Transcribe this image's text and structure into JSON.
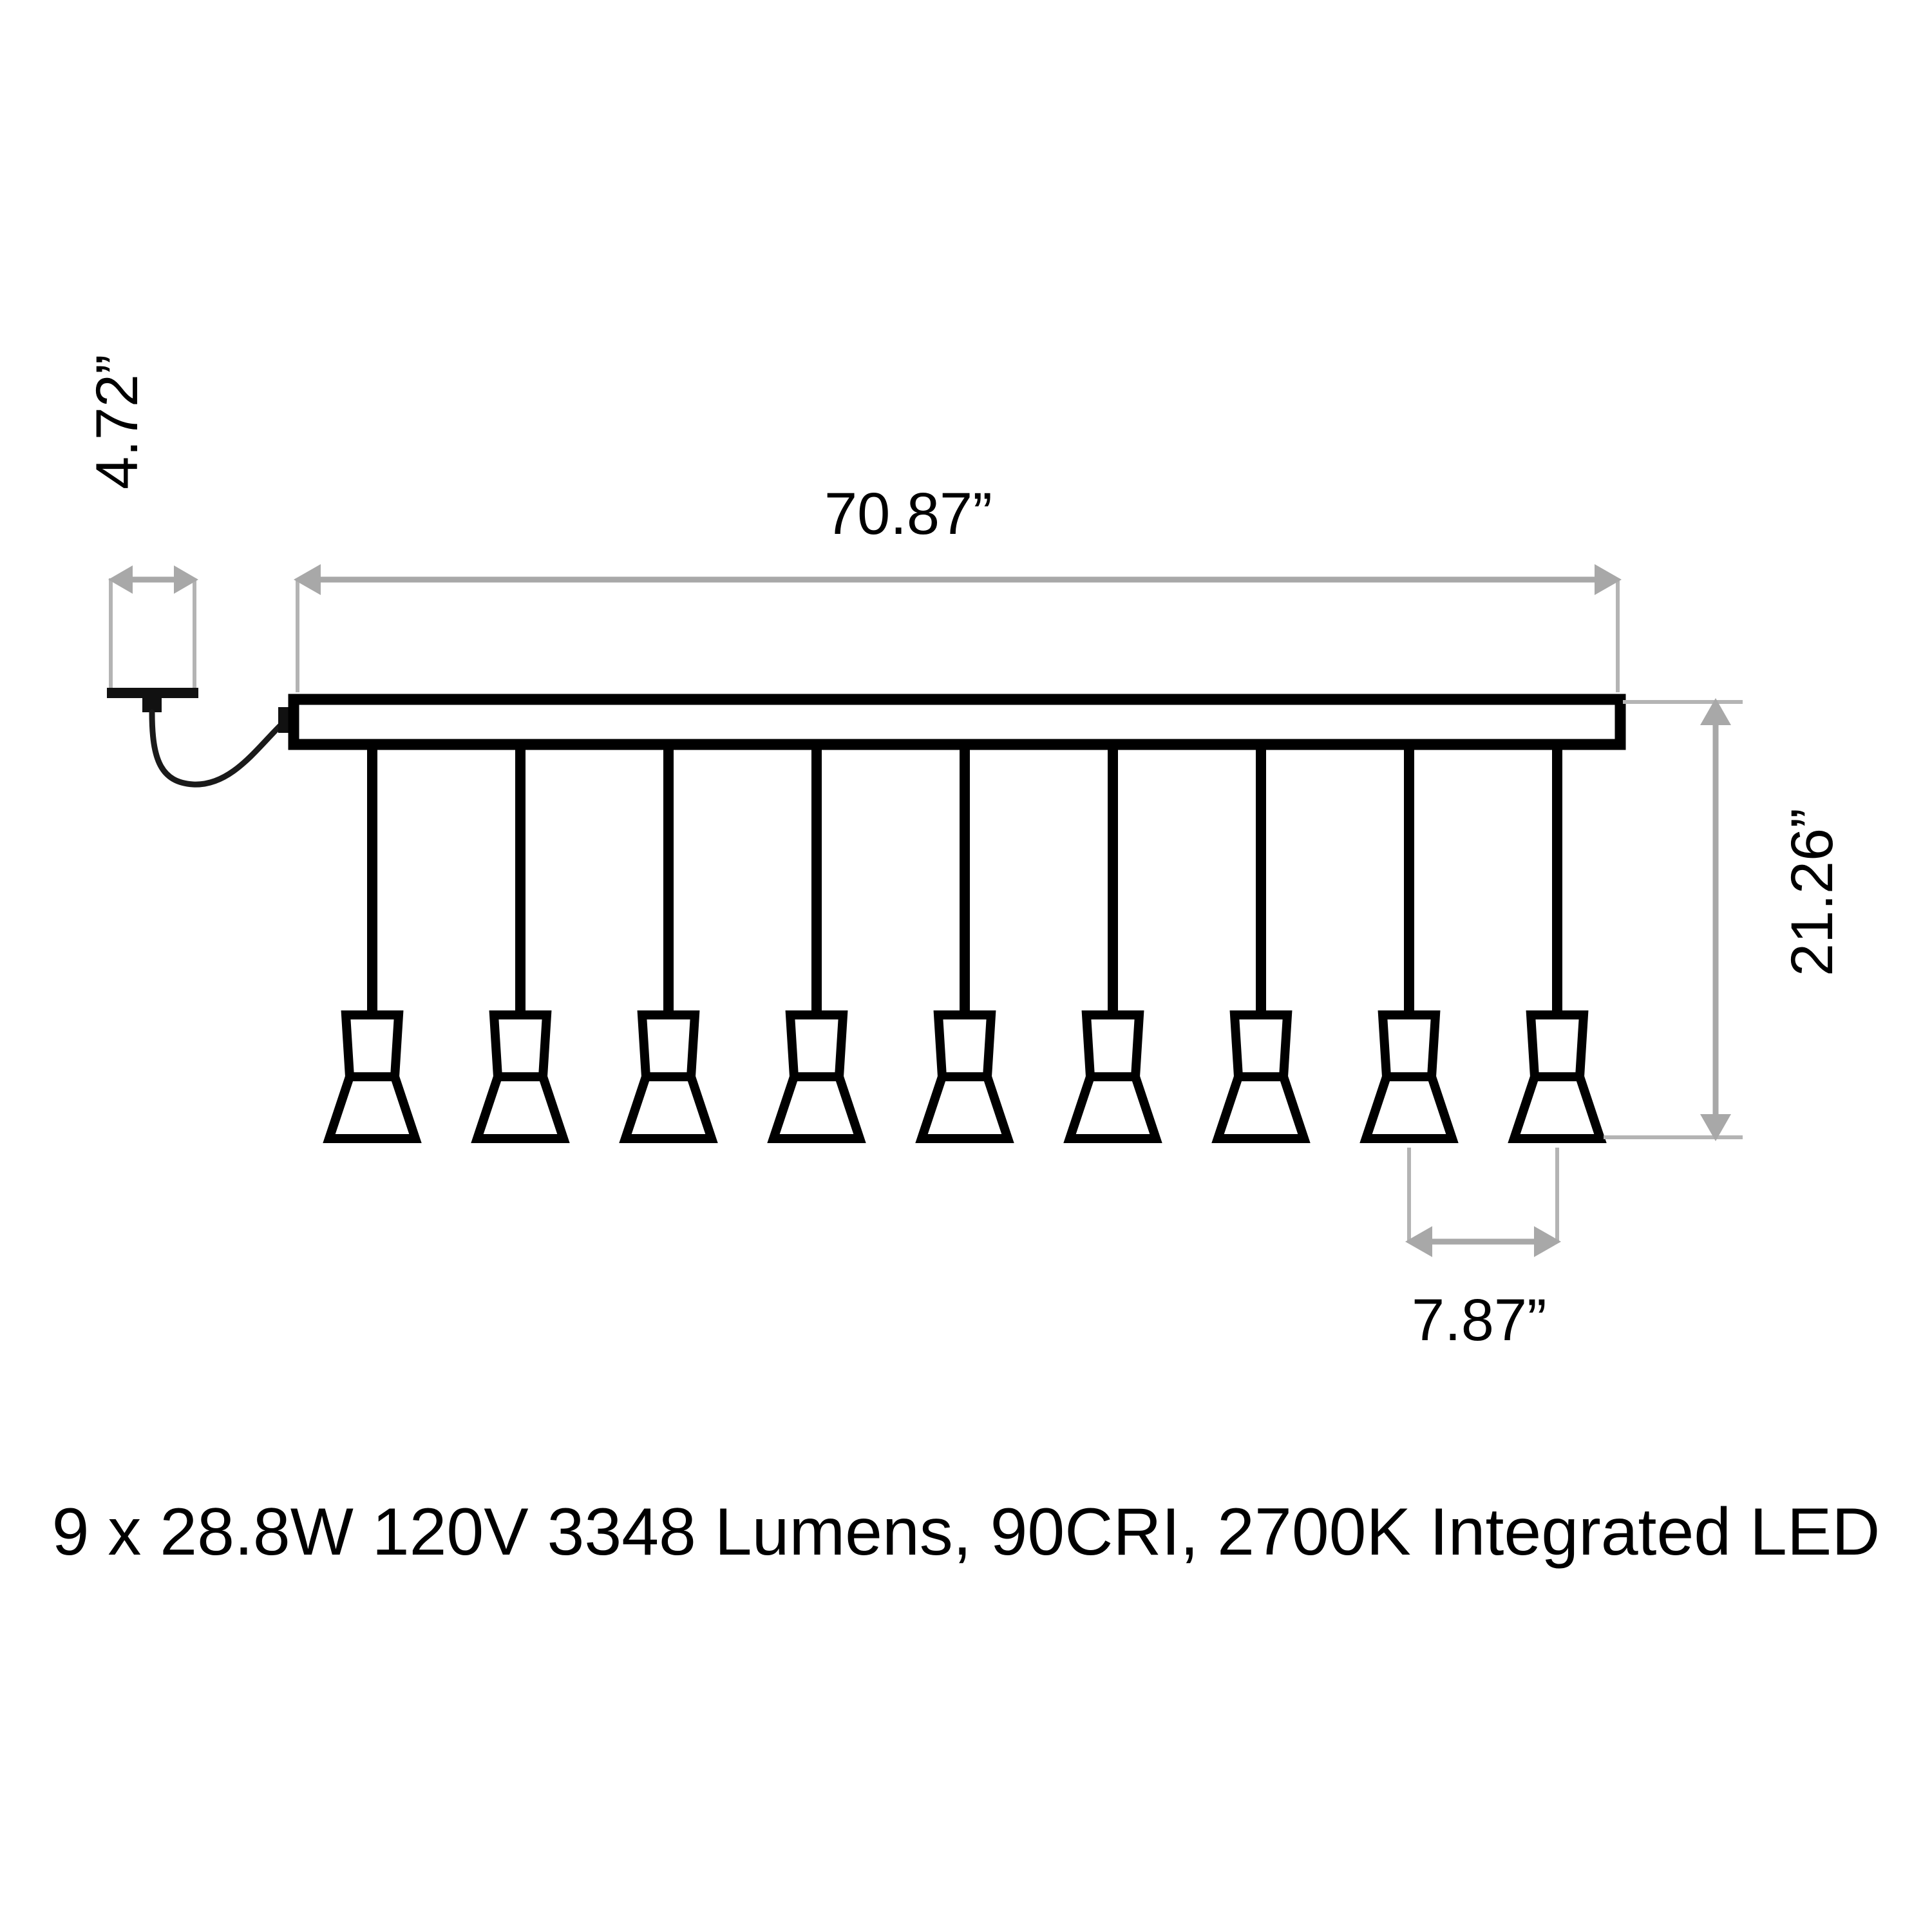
{
  "drawing": {
    "type": "technical-dimension-drawing",
    "subject": "linear-multi-pendant-light-fixture",
    "pendant_count": 9,
    "colors": {
      "outline": "#000000",
      "dimension": "#a8a8a8",
      "background": "#ffffff"
    }
  },
  "dimensions": {
    "width": {
      "value": "70.87”",
      "name": "overall-width",
      "orientation": "horizontal",
      "position": "top"
    },
    "depth": {
      "value": "4.72”",
      "name": "canopy-depth",
      "orientation": "vertical-rotated",
      "position": "top-left"
    },
    "drop": {
      "value": "21.26”",
      "name": "overall-drop-height",
      "orientation": "vertical-rotated",
      "position": "right"
    },
    "spacing": {
      "value": "7.87”",
      "name": "pendant-spacing",
      "orientation": "horizontal",
      "position": "bottom-right"
    }
  },
  "caption": {
    "text": "9 x 28.8W 120V 3348 Lumens, 90CRI, 2700K Integrated LED",
    "lamp_count": "9",
    "wattage": "28.8W",
    "voltage": "120V",
    "lumens": "3348 Lumens",
    "cri": "90CRI",
    "color_temperature": "2700K",
    "source": "Integrated LED"
  }
}
